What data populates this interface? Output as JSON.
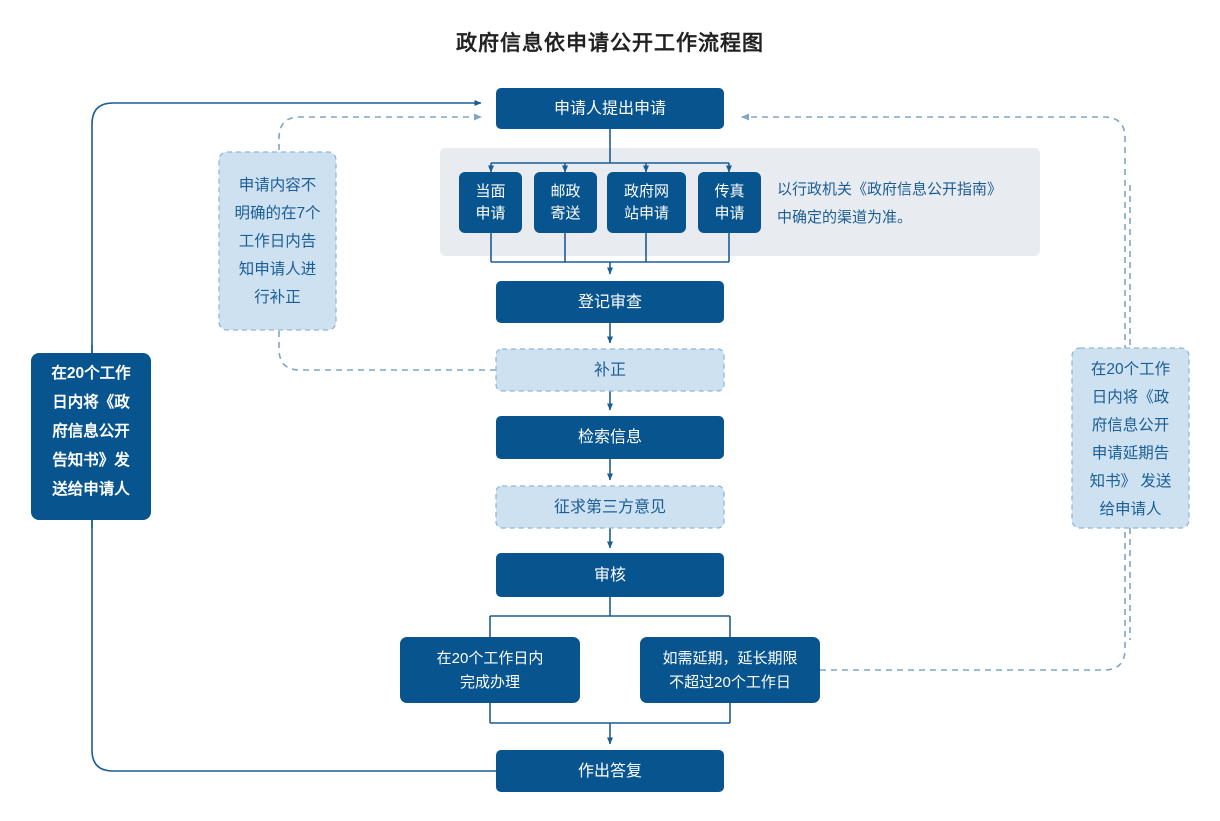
{
  "title": "政府信息依申请公开工作流程图",
  "colors": {
    "dark_blue": "#07548E",
    "light_blue_fill": "#CDE1F0",
    "light_blue_border": "#8FB8D8",
    "light_blue_text": "#1B5D96",
    "panel_bg": "#E8ECF0",
    "connector": "#1B5D96",
    "dashed": "#7FA6C4",
    "title_color": "#222222"
  },
  "nodes": {
    "start": {
      "label": "申请人提出申请",
      "style": "dark"
    },
    "channels": [
      {
        "line1": "当面",
        "line2": "申请",
        "name": "channel-in-person"
      },
      {
        "line1": "邮政",
        "line2": "寄送",
        "name": "channel-postal"
      },
      {
        "line1": "政府网",
        "line2": "站申请",
        "name": "channel-website"
      },
      {
        "line1": "传真",
        "line2": "申请",
        "name": "channel-fax"
      }
    ],
    "channel_note": {
      "line1": "以行政机关《政府信息公开指南》",
      "line2": "中确定的渠道为准。"
    },
    "register": {
      "label": "登记审查",
      "style": "dark"
    },
    "correction": {
      "label": "补正",
      "style": "light"
    },
    "retrieve": {
      "label": "检索信息",
      "style": "dark"
    },
    "third_party": {
      "label": "征求第三方意见",
      "style": "light"
    },
    "review": {
      "label": "审核",
      "style": "dark"
    },
    "branch_normal": {
      "line1": "在20个工作日内",
      "line2": "完成办理",
      "style": "dark"
    },
    "branch_extend": {
      "line1": "如需延期，延长期限",
      "line2": "不超过20个工作日",
      "style": "dark"
    },
    "reply": {
      "label": "作出答复",
      "style": "dark"
    }
  },
  "notes": {
    "correction_note": {
      "lines": [
        "申请内容不",
        "明确的在7个",
        "工作日内告",
        "知申请人进",
        "行补正"
      ],
      "style": "light"
    },
    "left_note": {
      "lines": [
        "在20个工作",
        "日内将《政",
        "府信息公开",
        "告知书》发",
        "送给申请人"
      ],
      "style": "dark"
    },
    "right_note": {
      "lines": [
        "在20个工作",
        "日内将《政",
        "府信息公开",
        "申请延期告",
        "知书》 发送",
        "给申请人"
      ],
      "style": "light"
    }
  },
  "chart_data": {
    "type": "diagram",
    "title": "政府信息依申请公开工作流程图",
    "flow": [
      "申请人提出申请",
      "当面申请 / 邮政寄送 / 政府网站申请 / 传真申请",
      "登记审查",
      "补正",
      "检索信息",
      "征求第三方意见",
      "审核",
      "在20个工作日内完成办理 | 如需延期，延长期限不超过20个工作日",
      "作出答复"
    ]
  }
}
